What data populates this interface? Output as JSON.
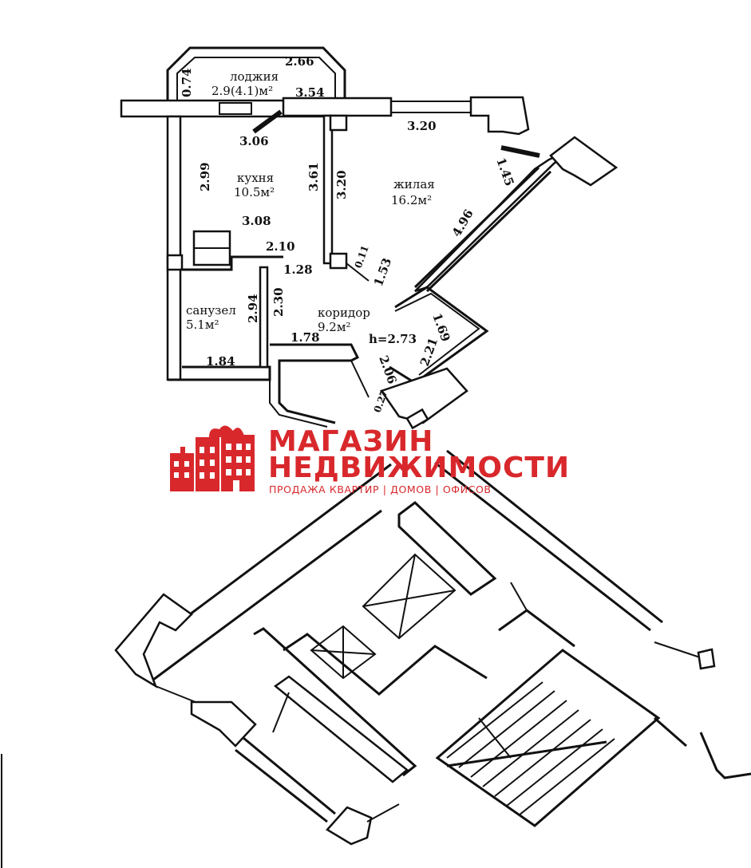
{
  "rooms": {
    "loggia": {
      "name": "лоджия",
      "area": "2.9(4.1)м²"
    },
    "kitchen": {
      "name": "кухня",
      "area": "10.5м²"
    },
    "living": {
      "name": "жилая",
      "area": "16.2м²"
    },
    "bathroom": {
      "name": "санузел",
      "area": "5.1м²"
    },
    "corridor": {
      "name": "коридор",
      "area": "9.2м²"
    }
  },
  "ceiling_height": "h=2.73",
  "dimensions": {
    "d_266": "2.66",
    "d_074": "0.74",
    "d_354": "3.54",
    "d_306": "3.06",
    "d_320_top": "3.20",
    "d_299": "2.99",
    "d_361": "3.61",
    "d_320_side": "3.20",
    "d_145": "1.45",
    "d_308": "3.08",
    "d_496": "4.96",
    "d_210": "2.10",
    "d_128": "1.28",
    "d_011": "0.11",
    "d_153": "1.53",
    "d_294": "2.94",
    "d_230": "2.30",
    "d_169": "1.69",
    "d_178": "1.78",
    "d_221": "2.21",
    "d_206": "2.06",
    "d_184": "1.84",
    "d_027": "0.27"
  },
  "logo": {
    "line1": "МАГАЗИН",
    "line2": "НЕДВИЖИМОСТИ",
    "tagline": "ПРОДАЖА КВАРТИР | ДОМОВ | ОФИСОВ",
    "color": "#d8282c"
  }
}
